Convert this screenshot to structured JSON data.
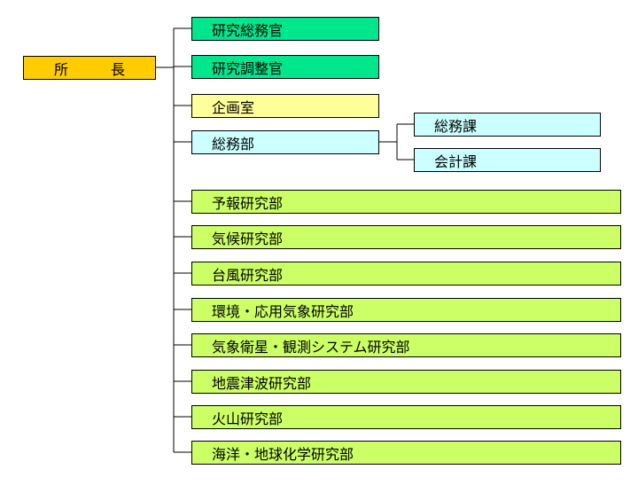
{
  "root": {
    "left": "所",
    "right": "長"
  },
  "direct": [
    "研究総務官",
    "研究調整官"
  ],
  "planning": "企画室",
  "general_affairs": {
    "label": "総務部",
    "sections": [
      "総務課",
      "会計課"
    ]
  },
  "research_departments": [
    "予報研究部",
    "気候研究部",
    "台風研究部",
    "環境・応用気象研究部",
    "気象衛星・観測システム研究部",
    "地震津波研究部",
    "火山研究部",
    "海洋・地球化学研究部"
  ],
  "colors": {
    "root": "#ffcc00",
    "direct": "#00e68c",
    "planning": "#ffff99",
    "general_affairs": "#ccffff",
    "research": "#ccff66"
  }
}
